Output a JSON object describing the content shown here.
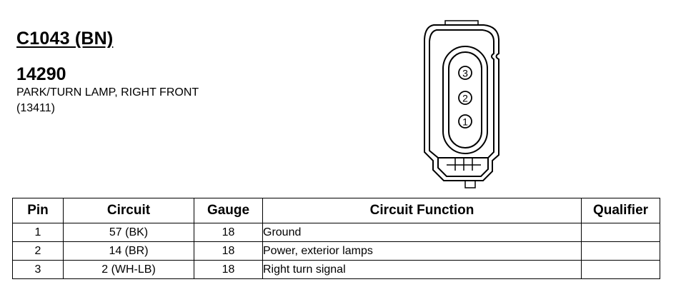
{
  "header": {
    "connector_id": "C1043 (BN)",
    "part_number": "14290",
    "description": "PARK/TURN LAMP, RIGHT FRONT",
    "reference": "(13411)"
  },
  "connector": {
    "pins": [
      "3",
      "2",
      "1"
    ]
  },
  "table": {
    "headers": [
      "Pin",
      "Circuit",
      "Gauge",
      "Circuit Function",
      "Qualifier"
    ],
    "rows": [
      {
        "pin": "1",
        "circuit": "57 (BK)",
        "gauge": "18",
        "function": "Ground",
        "qualifier": ""
      },
      {
        "pin": "2",
        "circuit": "14 (BR)",
        "gauge": "18",
        "function": "Power, exterior lamps",
        "qualifier": ""
      },
      {
        "pin": "3",
        "circuit": "2 (WH-LB)",
        "gauge": "18",
        "function": "Right turn signal",
        "qualifier": ""
      }
    ]
  }
}
